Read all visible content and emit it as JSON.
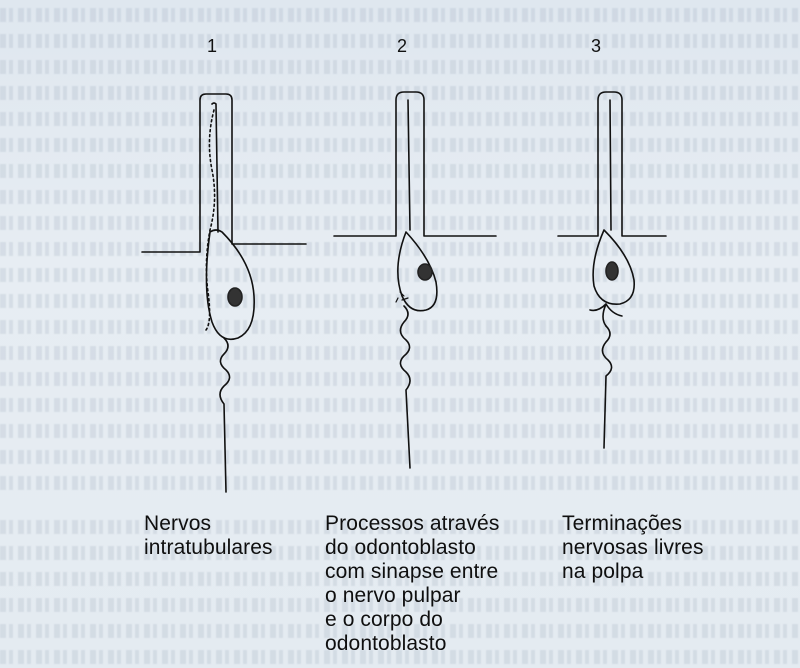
{
  "figure": {
    "numbers": [
      "1",
      "2",
      "3"
    ],
    "captions": [
      [
        "Nervos",
        "intratubulares"
      ],
      [
        "Processos através",
        "do odontoblasto",
        "com sinapse entre",
        "o nervo pulpar",
        "e o corpo do",
        "odontoblasto"
      ],
      [
        "Terminações",
        "nervosas livres",
        "na polpa"
      ]
    ]
  },
  "colors": {
    "paper": "#e4ebf1",
    "ink": "#111111",
    "bleed_text": "#8a9aae"
  }
}
